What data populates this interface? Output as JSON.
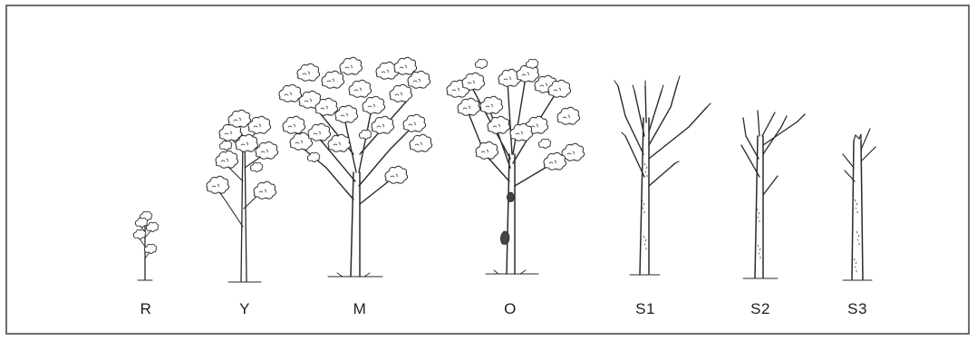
{
  "stages": [
    {
      "id": "R",
      "label": "R"
    },
    {
      "id": "Y",
      "label": "Y"
    },
    {
      "id": "M",
      "label": "M"
    },
    {
      "id": "O",
      "label": "O"
    },
    {
      "id": "S1",
      "label": "S1"
    },
    {
      "id": "S2",
      "label": "S2"
    },
    {
      "id": "S3",
      "label": "S3"
    }
  ],
  "colors": {
    "frame": "#6e6e6e",
    "ink": "#2a2a2a",
    "background": "#ffffff"
  }
}
